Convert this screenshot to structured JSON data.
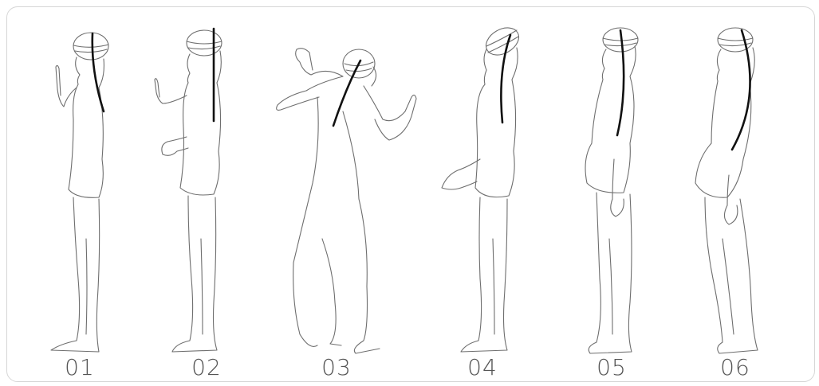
{
  "figures": [
    {
      "label": "01"
    },
    {
      "label": "02"
    },
    {
      "label": "03"
    },
    {
      "label": "04"
    },
    {
      "label": "05"
    },
    {
      "label": "06"
    }
  ],
  "colors": {
    "outline": "#6e6e6e",
    "spine": "#111111",
    "label": "#555555",
    "frame": "#d6d6d6"
  }
}
